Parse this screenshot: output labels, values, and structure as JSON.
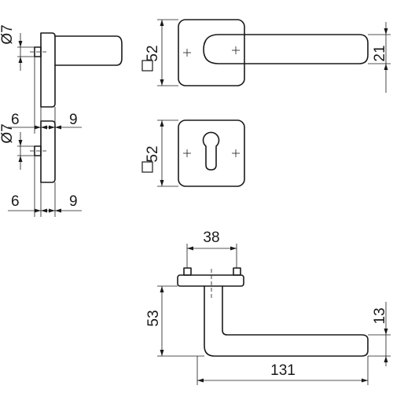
{
  "side_view_lever": {
    "dia_label": "Ø7",
    "rose_thickness_label": "6",
    "spindle_projection_label": "9"
  },
  "side_view_escutcheon": {
    "dia_label": "Ø7",
    "rose_thickness_label": "6",
    "spindle_projection_label": "9"
  },
  "front_view_lever_rose": {
    "size_label": "52",
    "lever_height_label": "21"
  },
  "front_view_escutcheon": {
    "size_label": "52"
  },
  "top_view_lever": {
    "fixing_distance_label": "38",
    "height_label": "53",
    "length_label": "131",
    "grip_width_label": "13"
  }
}
